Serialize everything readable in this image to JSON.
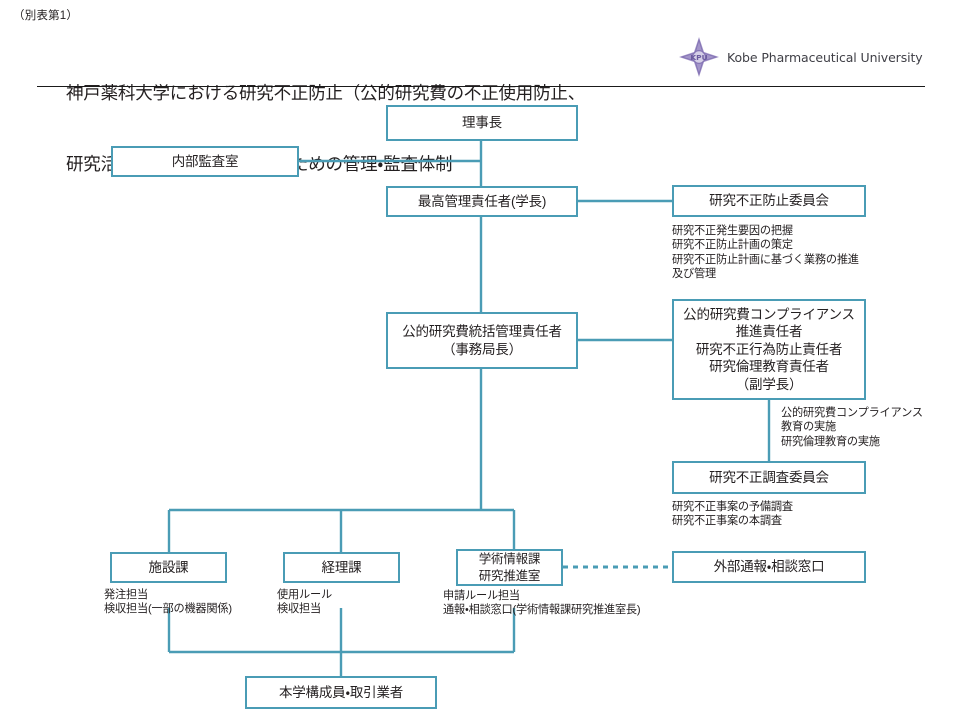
{
  "header": {
    "tag": "（別表第1）",
    "title_line1": "神戸薬科大学における研究不正防止（公的研究費の不正使用防止、",
    "title_line2": "研究活動の不正行為防止）のための管理・監査体制",
    "logo_abbr": "KPU",
    "logo_text": "Kobe Pharmaceutical University"
  },
  "colors": {
    "box_border": "#4a9cb5",
    "connector": "#4a9cb5",
    "rule": "#1a1a1a",
    "logo_purple": "#9b8cc4",
    "text": "#231f20"
  },
  "nodes": {
    "chairman": "理事長",
    "internal_audit": "内部監査室",
    "top_manager": "最高管理責任者(学長)",
    "prevention_committee": "研究不正防止委員会",
    "general_manager": "公的研究費統括管理責任者\n（事務局長）",
    "compliance_officer": "公的研究費コンプライアンス\n推進責任者\n研究不正行為防止責任者\n研究倫理教育責任者\n（副学長）",
    "investigation_committee": "研究不正調査委員会",
    "facilities_div": "施設課",
    "accounting_div": "経理課",
    "academic_info_div": "学術情報課\n研究推進室",
    "external_window": "外部通報・相談窓口",
    "members_vendors": "本学構成員・取引業者"
  },
  "notes": {
    "prevention_committee_duties": "研究不正発生要因の把握\n研究不正防止計画の策定\n研究不正防止計画に基づく業務の推進\n及び管理",
    "compliance_officer_duties": "公的研究費コンプライアンス\n教育の実施\n研究倫理教育の実施",
    "investigation_committee_duties": "研究不正事案の予備調査\n研究不正事案の本調査",
    "facilities_duties": "発注担当\n検収担当(一部の機器関係)",
    "accounting_duties": "使用ルール\n検収担当",
    "academic_info_duties": "申請ルール担当\n通報・相談窓口(学術情報課研究推進室長)"
  }
}
